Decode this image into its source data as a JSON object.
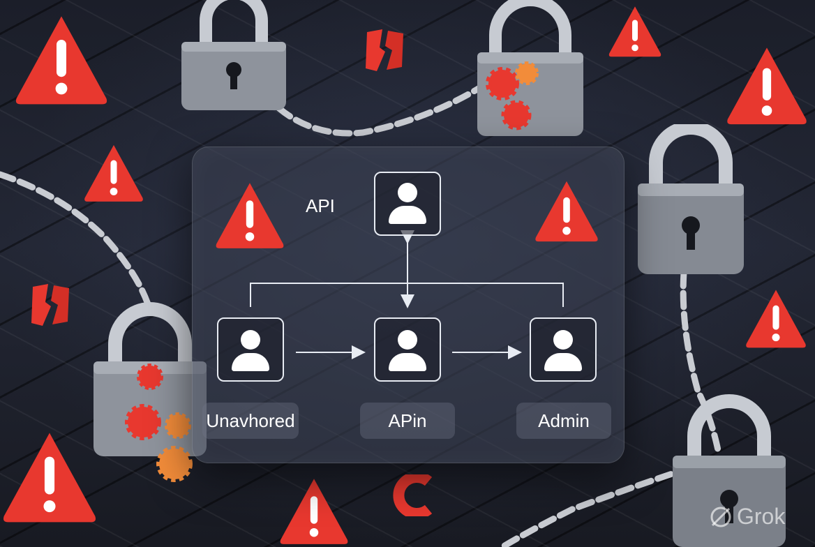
{
  "diagram": {
    "api_label": "API",
    "nodes": [
      {
        "label": "Unavhored"
      },
      {
        "label": "APin"
      },
      {
        "label": "Admin"
      }
    ]
  },
  "watermark": {
    "text": "Grok",
    "icon": "grok-logo-icon"
  },
  "colors": {
    "warning": "#e53935",
    "panel": "#3a3f50",
    "gear": "#f28c3a"
  }
}
